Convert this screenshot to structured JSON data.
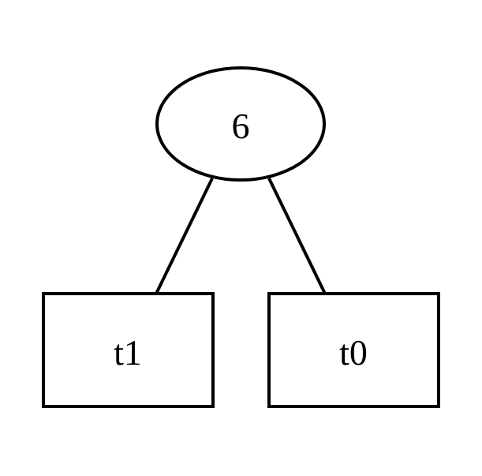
{
  "tree": {
    "root": {
      "label": "6",
      "shape": "ellipse"
    },
    "children": [
      {
        "label": "t1",
        "shape": "rectangle"
      },
      {
        "label": "t0",
        "shape": "rectangle"
      }
    ]
  },
  "colors": {
    "stroke": "#000000",
    "fill": "#ffffff",
    "text": "#000000"
  }
}
